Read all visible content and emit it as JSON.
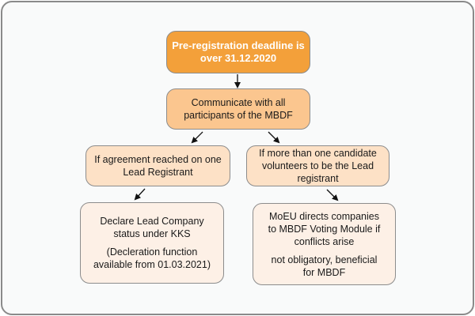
{
  "diagram": {
    "nodes": {
      "start": {
        "lines": [
          "Pre-registration deadline is",
          "over 31.12.2020"
        ]
      },
      "communicate": {
        "lines": [
          "Communicate with all",
          "participants of the MBDF"
        ]
      },
      "agreement": {
        "lines": [
          "If agreement reached on one",
          "Lead Registrant"
        ]
      },
      "multiple": {
        "lines": [
          "If more than one candidate",
          "volunteers to be the Lead",
          "registrant"
        ]
      },
      "declare": {
        "para1": [
          "Declare Lead Company",
          "status under KKS"
        ],
        "para2": [
          "(Decleration function",
          "available from 01.03.2021)"
        ]
      },
      "moeu": {
        "para1": [
          "MoEU directs companies",
          "to MBDF Voting Module if",
          "conflicts arise"
        ],
        "para2": [
          "not obligatory, beneficial",
          "for MBDF"
        ]
      }
    },
    "edges": [
      {
        "from": "start",
        "to": "communicate"
      },
      {
        "from": "communicate",
        "to": "agreement"
      },
      {
        "from": "communicate",
        "to": "multiple"
      },
      {
        "from": "agreement",
        "to": "declare"
      },
      {
        "from": "multiple",
        "to": "moeu"
      }
    ],
    "colors": {
      "start": "#f3a03a",
      "communicate": "#fbc68f",
      "branch": "#fde1c6",
      "outcome": "#fdf0e6",
      "border": "#8c8c8c"
    }
  }
}
